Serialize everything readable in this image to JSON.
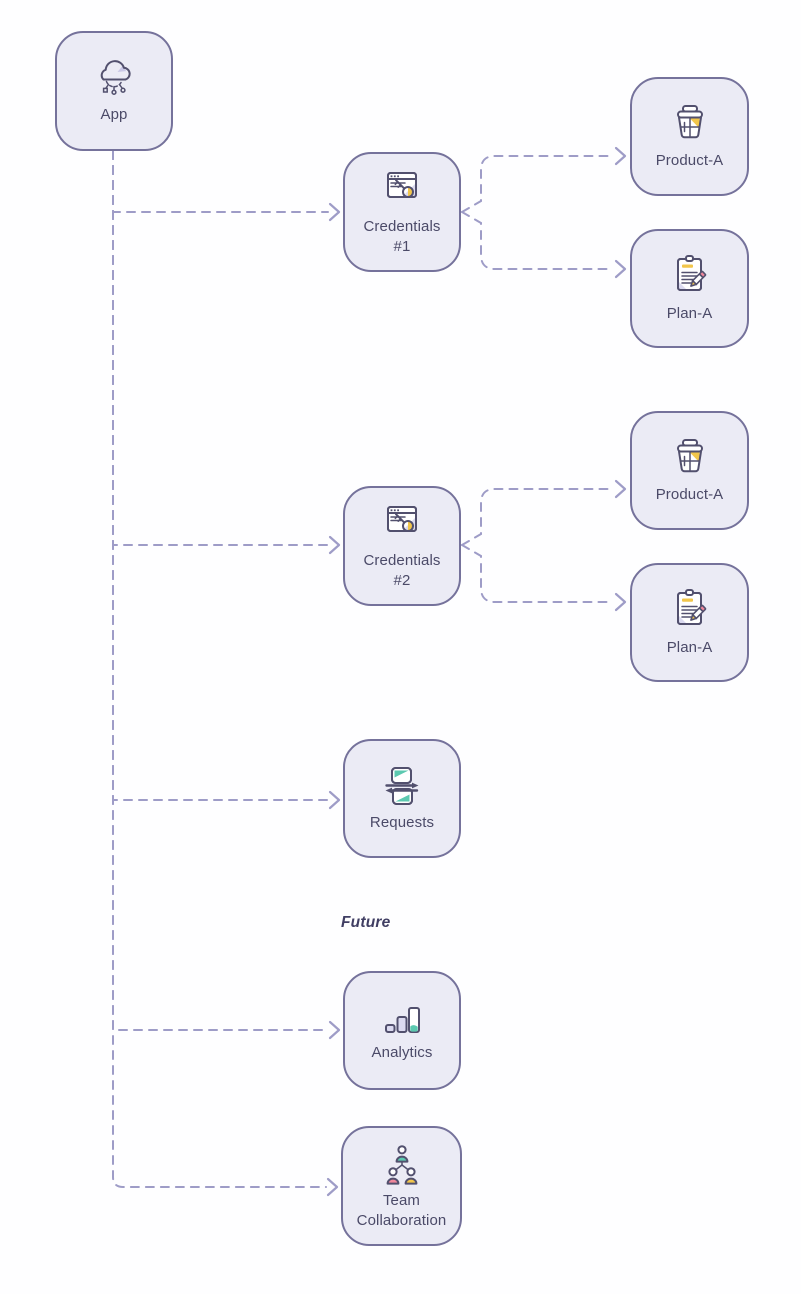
{
  "diagram": {
    "title_hidden": "",
    "nodes": {
      "app": {
        "label": "App",
        "icon": "cloud-network-icon"
      },
      "credentials1": {
        "label": "Credentials\n#1",
        "icon": "browser-key-icon"
      },
      "product_a1": {
        "label": "Product-A",
        "icon": "product-basket-icon"
      },
      "plan_a1": {
        "label": "Plan-A",
        "icon": "clipboard-pencil-icon"
      },
      "credentials2": {
        "label": "Credentials\n#2",
        "icon": "browser-key-icon"
      },
      "product_a2": {
        "label": "Product-A",
        "icon": "product-basket-icon"
      },
      "plan_a2": {
        "label": "Plan-A",
        "icon": "clipboard-pencil-icon"
      },
      "requests": {
        "label": "Requests",
        "icon": "request-exchange-icon"
      },
      "analytics": {
        "label": "Analytics",
        "icon": "bar-chart-icon"
      },
      "team": {
        "label": "Team\nCollaboration",
        "icon": "team-hierarchy-icon"
      }
    },
    "annotations": {
      "future": "Future"
    },
    "edges": [
      {
        "from": "App",
        "to": "Credentials #1"
      },
      {
        "from": "App",
        "to": "Credentials #2"
      },
      {
        "from": "App",
        "to": "Requests"
      },
      {
        "from": "App",
        "to": "Analytics"
      },
      {
        "from": "App",
        "to": "Team Collaboration"
      },
      {
        "from": "Credentials #1",
        "to": "Product-A"
      },
      {
        "from": "Credentials #1",
        "to": "Plan-A"
      },
      {
        "from": "Credentials #2",
        "to": "Product-A"
      },
      {
        "from": "Credentials #2",
        "to": "Plan-A"
      }
    ],
    "colors": {
      "background": "#fefeff",
      "node_fill": "#ebebf5",
      "node_border": "#75729b",
      "label_text": "#4b4a68",
      "connector": "#9e9cc7",
      "icon_stroke": "#52506e",
      "accent_yellow": "#f2c64b",
      "accent_teal": "#5cc9b0",
      "accent_pink": "#f0879b",
      "accent_lavender": "#c9c7e6"
    }
  }
}
